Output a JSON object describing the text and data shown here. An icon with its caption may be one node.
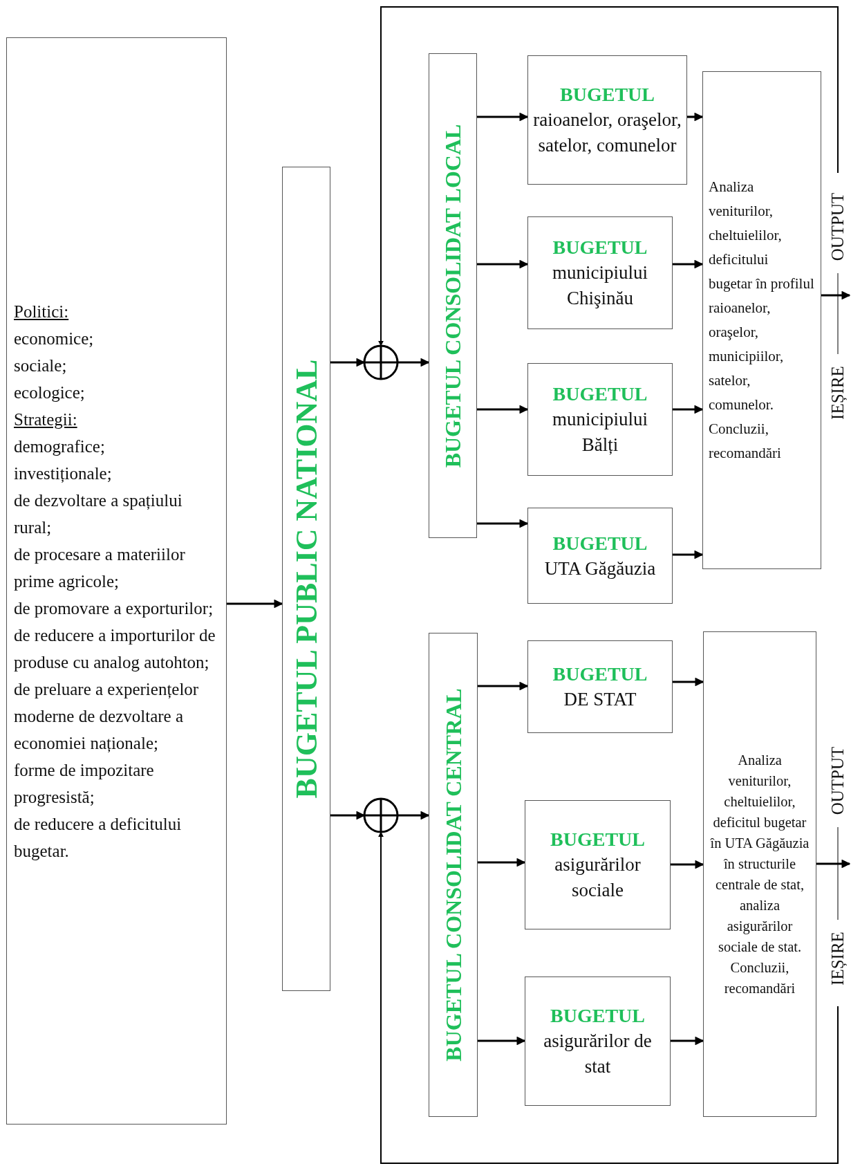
{
  "diagram": {
    "nodes": [
      {
        "text": [
          "Politici:",
          "economice;",
          "sociale;",
          "ecologice;",
          "Strategii:",
          "demografice;",
          "investiționale;",
          "de dezvoltare a spațiului rural;",
          "de procesare a materiilor prime agricole;",
          "de promovare a exporturilor;",
          "de reducere a importurilor de produse cu analog autohton;",
          "de preluare a experiențelor moderne de dezvoltare a economiei naționale;",
          "forme de impozitare progresistă;",
          "de reducere a deficitului bugetar."
        ]
      },
      {
        "text": [
          "BUGETUL PUBLIC NATIONAL"
        ]
      },
      {
        "text": [],
        "shape": "circle"
      },
      {
        "text": [
          "BUGETUL CONSOLIDAT LOCAL"
        ]
      },
      {
        "text": [
          "BUGETUL",
          "raioanelor, oraşelor, satelor, comunelor"
        ]
      },
      {
        "text": [
          "BUGETUL",
          "municipiului Chişinău"
        ]
      },
      {
        "text": [
          "BUGETUL",
          "municipiului Bălți"
        ]
      },
      {
        "text": [
          "BUGETUL",
          "UTA Găgăuzia"
        ]
      },
      {
        "text": [
          "Analiza veniturilor, cheltuielilor, deficitului bugetar în profilul raioanelor, oraşelor, municipiilor, satelor, comunelor. Concluzii, recomandări"
        ]
      },
      {
        "text": [],
        "shape": "circle"
      },
      {
        "text": [
          "BUGETUL CONSOLIDAT CENTRAL"
        ]
      },
      {
        "text": [
          "BUGETUL",
          "DE STAT"
        ]
      },
      {
        "text": [
          "BUGETUL",
          "asigurărilor sociale"
        ]
      },
      {
        "text": [
          "BUGETUL",
          "asigurărilor de stat"
        ]
      },
      {
        "text": [
          "Analiza veniturilor, cheltuielilor, deficitul bugetar în UTA Găgăuzia în structurile centrale de stat, analiza asigurărilor sociale de stat. Concluzii, recomandări"
        ]
      }
    ],
    "edges": [
      {
        "from": 0,
        "to": 1,
        "arrow": "to"
      },
      {
        "from": 1,
        "to": 2,
        "arrow": "to"
      },
      {
        "from": 2,
        "to": 3,
        "arrow": "to"
      },
      {
        "from": null,
        "to": 2,
        "arrow": "to"
      },
      {
        "from": 3,
        "to": 4,
        "arrow": "to"
      },
      {
        "from": 3,
        "to": 5,
        "arrow": "to"
      },
      {
        "from": 3,
        "to": 6,
        "arrow": "to"
      },
      {
        "from": 3,
        "to": 7,
        "arrow": "to"
      },
      {
        "from": 4,
        "to": 8,
        "arrow": "to"
      },
      {
        "from": 5,
        "to": 8,
        "arrow": "to"
      },
      {
        "from": 6,
        "to": 8,
        "arrow": "to"
      },
      {
        "from": 7,
        "to": 8,
        "arrow": "to"
      },
      {
        "from": 8,
        "to": null,
        "arrow": "to"
      },
      {
        "from": 1,
        "to": 9,
        "arrow": "to"
      },
      {
        "from": 9,
        "to": 10,
        "arrow": "to"
      },
      {
        "from": null,
        "to": 9,
        "arrow": "to"
      },
      {
        "from": 10,
        "to": 11,
        "arrow": "to"
      },
      {
        "from": 10,
        "to": 12,
        "arrow": "to"
      },
      {
        "from": 10,
        "to": 13,
        "arrow": "to"
      },
      {
        "from": 11,
        "to": 14,
        "arrow": "to"
      },
      {
        "from": 12,
        "to": 14,
        "arrow": "to"
      },
      {
        "from": 13,
        "to": 14,
        "arrow": "to"
      },
      {
        "from": 14,
        "to": null,
        "arrow": "to"
      }
    ],
    "labels": [
      "OUTPUT",
      "IEȘIRE",
      "OUTPUT",
      "IEȘIRE"
    ]
  }
}
